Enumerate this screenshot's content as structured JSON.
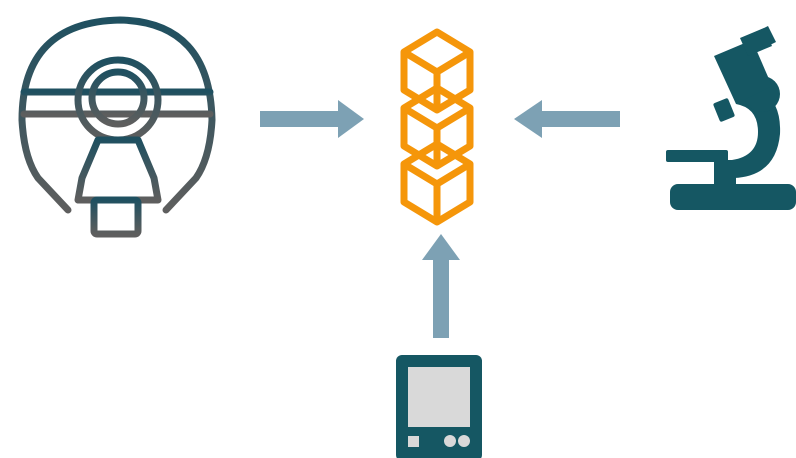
{
  "diagram": {
    "nodes": [
      {
        "id": "mri-scanner",
        "icon": "mri-scanner-icon"
      },
      {
        "id": "data-blocks",
        "icon": "stacked-cubes-icon"
      },
      {
        "id": "microscope",
        "icon": "microscope-icon"
      },
      {
        "id": "handheld-device",
        "icon": "handheld-device-icon"
      }
    ],
    "edges": [
      {
        "from": "mri-scanner",
        "to": "data-blocks"
      },
      {
        "from": "microscope",
        "to": "data-blocks"
      },
      {
        "from": "handheld-device",
        "to": "data-blocks"
      }
    ]
  },
  "colors": {
    "arrow": "#7da1b4",
    "cubes": "#f5960a",
    "microscope": "#155763",
    "scanner_top": "#1f5060",
    "scanner_bottom": "#5e5e5e",
    "device_body": "#155763",
    "device_screen": "#d9d9d9"
  }
}
